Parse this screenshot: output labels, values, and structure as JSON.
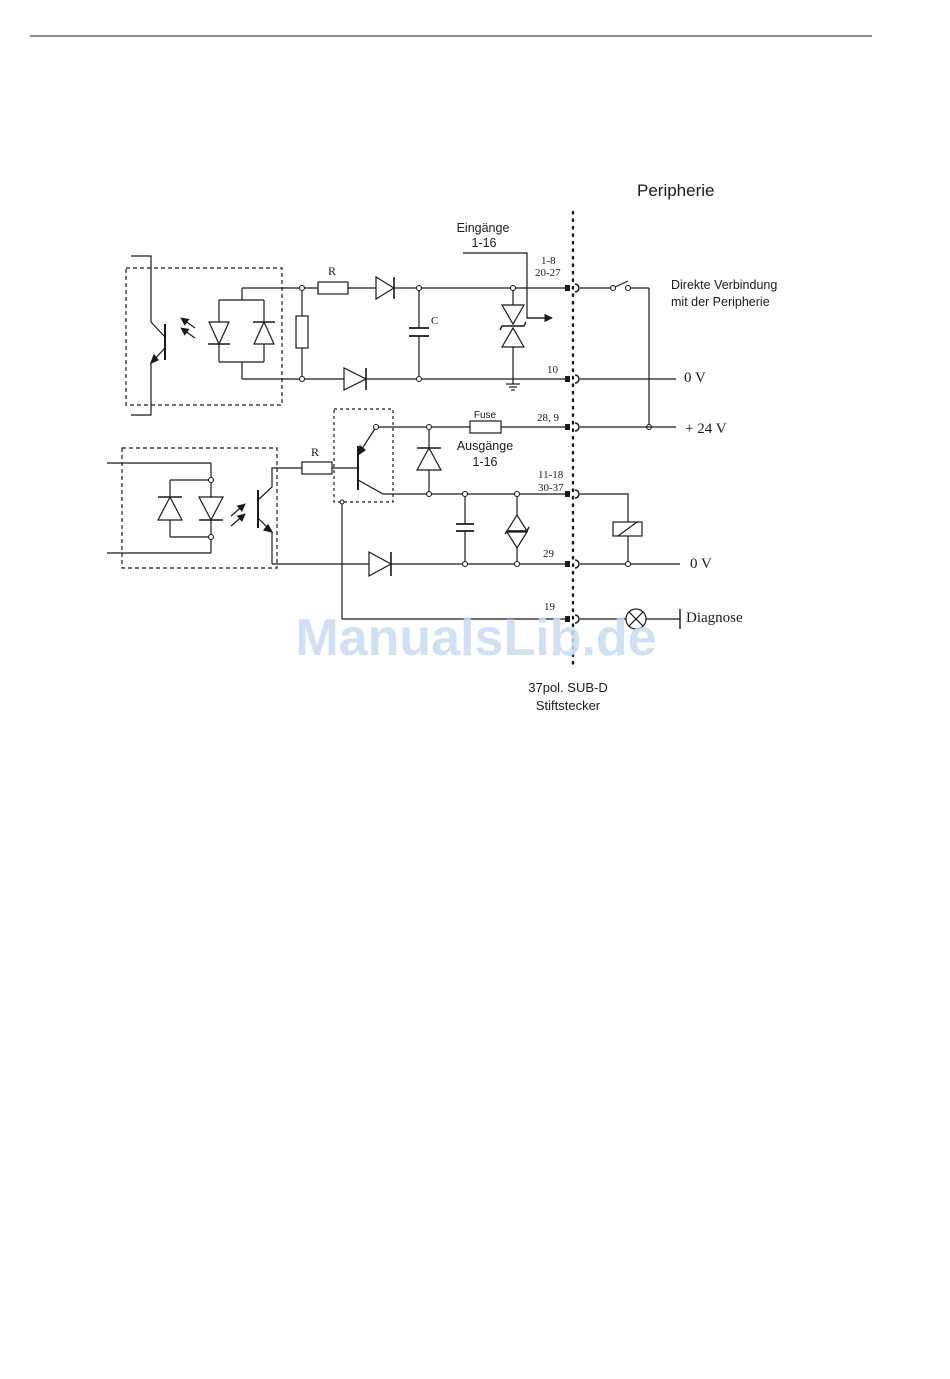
{
  "diagram": {
    "header": {
      "peripherie": "Peripherie",
      "direct_connection_line1": "Direkte Verbindung",
      "direct_connection_line2": "mit der Peripherie"
    },
    "inputs": {
      "label_line1": "Eingänge",
      "label_line2": "1-16",
      "resistor": "R",
      "capacitor": "C",
      "pins_line1": "1-8",
      "pins_line2": "20-27",
      "pin_0v": "10",
      "rail_0v": "0 V"
    },
    "outputs": {
      "fuse": "Fuse",
      "pin_24v": "28, 9",
      "rail_24v": "+ 24 V",
      "label_line1": "Ausgänge",
      "label_line2": "1-16",
      "resistor": "R",
      "pins_line1": "11-18",
      "pins_line2": "30-37",
      "pin_0v": "29",
      "rail_0v": "0 V",
      "pin_diag": "19",
      "diagnose": "Diagnose"
    },
    "connector": {
      "line1": "37pol. SUB-D",
      "line2": "Stiftstecker"
    },
    "watermark": "ManualsLib.de"
  }
}
